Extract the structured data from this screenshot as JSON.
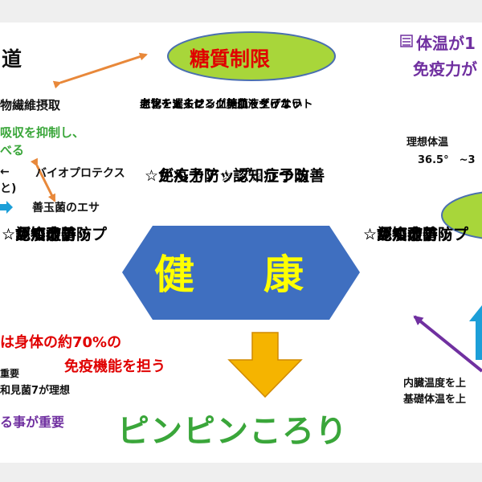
{
  "colors": {
    "green_ellipse": "#a8d63a",
    "hexagon": "#3f6fc0",
    "yellow_text": "#ffff00",
    "orange_arrow": "#f0a020",
    "pinpin_green": "#3aa63a",
    "red": "#e00000",
    "purple": "#7030a0",
    "cyan": "#00a0d8"
  },
  "top_left_heading": "道",
  "center_top_label": "糖質制限",
  "center_hexagon_label": "健　康",
  "bottom_center_text": "ピンピンころり",
  "left": {
    "fiber": "物繊維摂取",
    "green_1": "吸収を抑制し、",
    "green_2": "べる",
    "arrow_char": "←",
    "paren": "と)",
    "bio": "バイオプロテクス",
    "food": "善玉菌のエサ",
    "items": [
      "☆がん予防",
      "☆認知症予防",
      "☆免疫力アップ",
      "☆うつ改善"
    ],
    "red_1": "は身体の約70%の",
    "red_2": "免疫機能を担う",
    "small_1": "重要",
    "small_2": "和見菌7が理想",
    "purple_bottom": "る事が重要"
  },
  "center": {
    "benefits": [
      "アンチエイジング　血液サラサラ",
      "血管を丈夫に　血糖値を上げない",
      "老化を遅らせる　美肌　ダイエット"
    ],
    "items": [
      "☆がん予防☆認知症予防",
      "☆免疫力アップ☆うつ改善"
    ]
  },
  "right": {
    "purple_1": "体温が1",
    "purple_2": "免疫力が",
    "ideal_label": "理想体温",
    "ideal_value": "36.5°　~3",
    "items": [
      "☆がん予防",
      "☆認知症予防",
      "☆免疫力アップ",
      "☆うつ改善"
    ],
    "bottom_1": "内臓温度を上",
    "bottom_2": "基礎体温を上"
  }
}
